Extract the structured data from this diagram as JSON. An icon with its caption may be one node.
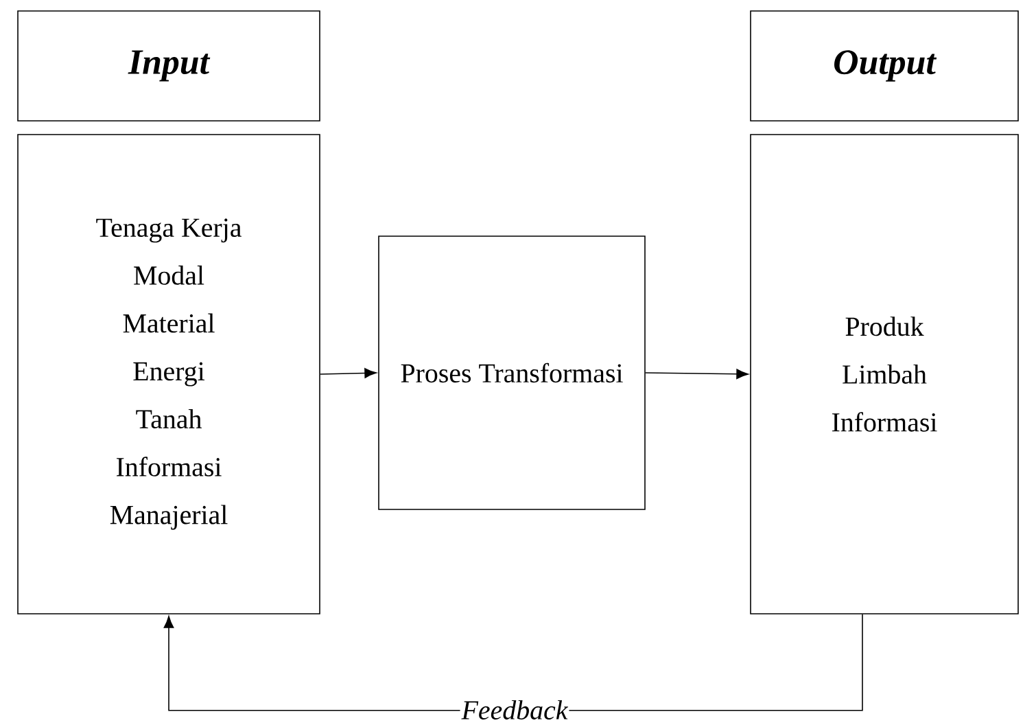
{
  "diagram": {
    "nodes": [
      {
        "text": [
          "Input"
        ]
      },
      {
        "text": [
          "Tenaga Kerja",
          "Modal",
          "Material",
          "Energi",
          "Tanah",
          "Informasi",
          "Manajerial"
        ]
      },
      {
        "text": [
          "Proses Transformasi"
        ]
      },
      {
        "text": [
          "Output"
        ]
      },
      {
        "text": [
          "Produk",
          "Limbah",
          "Informasi"
        ]
      }
    ],
    "edges": [
      {
        "from": 1,
        "to": 2,
        "arrow": "to"
      },
      {
        "from": 2,
        "to": 4,
        "arrow": "to"
      },
      {
        "from": 4,
        "to": 1,
        "arrow": "to",
        "label": "Feedback"
      }
    ]
  }
}
